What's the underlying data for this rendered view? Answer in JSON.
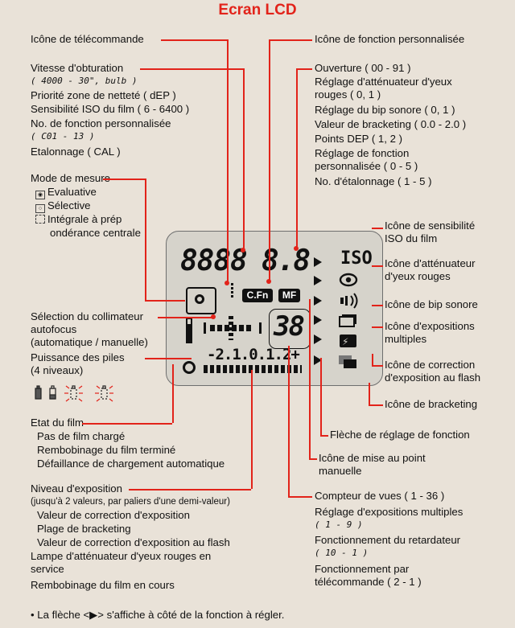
{
  "title": "Ecran LCD",
  "left": {
    "remote_icon": "Icône de télécommande",
    "shutter_speed": "Vitesse d'obturation",
    "shutter_range": "( 4000 - 30\", bulb )",
    "dep_priority": "Priorité zone de netteté ( dEP )",
    "iso": "Sensibilité ISO du film ( 6 - 6400 )",
    "custom_no": "No. de fonction personnalisée",
    "custom_range": "( C01 - 13 )",
    "calibration": "Etalonnage ( CAL )",
    "metering": "Mode de mesure",
    "evaluative": "Evaluative",
    "selective": "Sélective",
    "centerweighted_1": "Intégrale à prép",
    "centerweighted_2": "ondérance centrale",
    "af_sel_1": "Sélection du collimateur",
    "af_sel_2": "autofocus",
    "af_sel_3": "(automatique / manuelle)",
    "battery": "Puissance des piles",
    "battery_levels": "(4 niveaux)",
    "film_state": "Etat du film",
    "no_film": "Pas de film chargé",
    "rewind_done": "Rembobinage du film terminé",
    "load_fail": "Défaillance de chargement automatique",
    "exposure_level": "Niveau d'exposition",
    "exposure_note": "(jusqu'à 2 valeurs, par paliers d'une demi-valeur)",
    "exp_comp": "Valeur de correction d'exposition",
    "bracket_range": "Plage de bracketing",
    "flash_comp": "Valeur de correction d'exposition au flash",
    "redeye_lamp_1": "Lampe d'atténuateur d'yeux rouges en",
    "redeye_lamp_2": "service",
    "rewinding": "Rembobinage du film en cours"
  },
  "right": {
    "custom_icon": "Icône de fonction personnalisée",
    "aperture": "Ouverture ( 00 - 91 )",
    "redeye_1": "Réglage d'atténuateur d'yeux",
    "redeye_2": "rouges ( 0, 1 )",
    "beep": "Réglage du bip sonore ( 0, 1 )",
    "bracket_val": "Valeur de bracketing ( 0.0 - 2.0 )",
    "dep_points": "Points DEP ( 1, 2 )",
    "custom_set_1": "Réglage de fonction",
    "custom_set_2": "personnalisée ( 0 - 5 )",
    "cal_no": "No. d'étalonnage ( 1 - 5 )",
    "iso_icon_1": "Icône de sensibilité",
    "iso_icon_2": "ISO du film",
    "redeye_icon_1": "Icône d'atténuateur",
    "redeye_icon_2": "d'yeux rouges",
    "beep_icon": "Icône de bip sonore",
    "multi_icon_1": "Icône d'expositions",
    "multi_icon_2": "multiples",
    "flash_icon_1": "Icône de correction",
    "flash_icon_2": "d'exposition au flash",
    "bracket_icon": "Icône de bracketing",
    "func_arrow": "Flèche de réglage de fonction",
    "mf_icon_1": "Icône de mise au point",
    "mf_icon_2": "manuelle",
    "frame_counter": "Compteur de vues ( 1 - 36 )",
    "multi_set_1": "Réglage d'expositions multiples",
    "multi_set_2": "( 1 - 9 )",
    "self_timer_1": "Fonctionnement du retardateur",
    "self_timer_2": "( 10 - 1 )",
    "remote_op_1": "Fonctionnement par",
    "remote_op_2": "télécommande ( 2 - 1 )"
  },
  "lcd": {
    "shutter_digits": "8888",
    "aperture_digits": "8.8",
    "iso": "ISO",
    "cfn": "C.Fn",
    "mf": "MF",
    "frame": "38",
    "scale": "-2.1.0.1.2+"
  },
  "footnote": "• La flèche <▶> s'affiche à côté de la fonction à régler.",
  "colors": {
    "accent": "#e2231a",
    "background": "#e9e2d8",
    "panel": "#d6d3cb"
  }
}
